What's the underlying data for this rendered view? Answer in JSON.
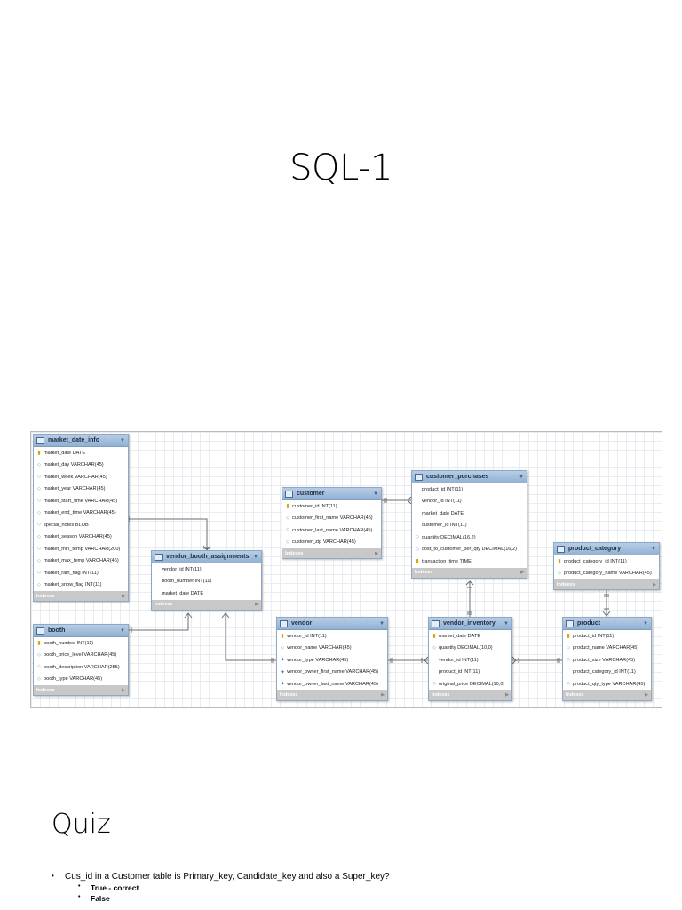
{
  "title": "SQL-1",
  "diagram": {
    "indexes_label": "Indexes",
    "tables": {
      "market_date_info": {
        "name": "market_date_info",
        "columns": [
          {
            "icon": "key",
            "text": "market_date DATE"
          },
          {
            "icon": "diamond",
            "text": "market_day VARCHAR(45)"
          },
          {
            "icon": "diamond",
            "text": "market_week VARCHAR(45)"
          },
          {
            "icon": "diamond",
            "text": "market_year VARCHAR(45)"
          },
          {
            "icon": "diamond",
            "text": "market_start_time VARCHAR(45)"
          },
          {
            "icon": "diamond",
            "text": "market_end_time VARCHAR(45)"
          },
          {
            "icon": "diamond",
            "text": "special_notes BLOB"
          },
          {
            "icon": "diamond",
            "text": "market_season VARCHAR(45)"
          },
          {
            "icon": "diamond",
            "text": "market_min_temp VARCHAR(200)"
          },
          {
            "icon": "diamond",
            "text": "market_max_temp VARCHAR(45)"
          },
          {
            "icon": "diamond",
            "text": "market_rain_flag INT(11)"
          },
          {
            "icon": "diamond",
            "text": "market_snow_flag INT(11)"
          }
        ]
      },
      "booth": {
        "name": "booth",
        "columns": [
          {
            "icon": "key",
            "text": "booth_number INT(11)"
          },
          {
            "icon": "diamond",
            "text": "booth_price_level VARCHAR(45)"
          },
          {
            "icon": "diamond",
            "text": "booth_description VARCHAR(255)"
          },
          {
            "icon": "diamond",
            "text": "booth_type VARCHAR(45)"
          }
        ]
      },
      "vendor_booth_assignments": {
        "name": "vendor_booth_assignments",
        "columns": [
          {
            "icon": "",
            "text": "vendor_id INT(11)"
          },
          {
            "icon": "",
            "text": "booth_number INT(11)"
          },
          {
            "icon": "",
            "text": "market_date DATE"
          }
        ]
      },
      "customer": {
        "name": "customer",
        "columns": [
          {
            "icon": "key",
            "text": "customer_id INT(11)"
          },
          {
            "icon": "diamond",
            "text": "customer_first_name VARCHAR(45)"
          },
          {
            "icon": "diamond",
            "text": "customer_last_name VARCHAR(45)"
          },
          {
            "icon": "diamond",
            "text": "customer_zip VARCHAR(45)"
          }
        ]
      },
      "customer_purchases": {
        "name": "customer_purchases",
        "columns": [
          {
            "icon": "",
            "text": "product_id INT(11)"
          },
          {
            "icon": "",
            "text": "vendor_id INT(11)"
          },
          {
            "icon": "",
            "text": "market_date DATE"
          },
          {
            "icon": "",
            "text": "customer_id INT(11)"
          },
          {
            "icon": "diamond",
            "text": "quantity DECIMAL(16,2)"
          },
          {
            "icon": "diamond",
            "text": "cost_to_customer_per_qty DECIMAL(16,2)"
          },
          {
            "icon": "key",
            "text": "transaction_time TIME"
          }
        ]
      },
      "product_category": {
        "name": "product_category",
        "columns": [
          {
            "icon": "key",
            "text": "product_category_id INT(11)"
          },
          {
            "icon": "diamond",
            "text": "product_category_name VARCHAR(45)"
          }
        ]
      },
      "vendor": {
        "name": "vendor",
        "columns": [
          {
            "icon": "key",
            "text": "vendor_id INT(11)"
          },
          {
            "icon": "diamond",
            "text": "vendor_name VARCHAR(45)"
          },
          {
            "icon": "fk",
            "text": "vendor_type VARCHAR(45)"
          },
          {
            "icon": "fk",
            "text": "vendor_owner_first_name VARCHAR(45)"
          },
          {
            "icon": "fk",
            "text": "vendor_owner_last_name VARCHAR(45)"
          }
        ]
      },
      "vendor_inventory": {
        "name": "vendor_inventory",
        "columns": [
          {
            "icon": "key",
            "text": "market_date DATE"
          },
          {
            "icon": "diamond",
            "text": "quantity DECIMAL(10,0)"
          },
          {
            "icon": "",
            "text": "vendor_id INT(11)"
          },
          {
            "icon": "",
            "text": "product_id INT(11)"
          },
          {
            "icon": "diamond",
            "text": "original_price DECIMAL(10,0)"
          }
        ]
      },
      "product": {
        "name": "product",
        "columns": [
          {
            "icon": "key",
            "text": "product_id INT(11)"
          },
          {
            "icon": "diamond",
            "text": "product_name VARCHAR(45)"
          },
          {
            "icon": "diamond",
            "text": "product_size VARCHAR(45)"
          },
          {
            "icon": "",
            "text": "product_category_id INT(11)"
          },
          {
            "icon": "diamond",
            "text": "product_qty_type VARCHAR(45)"
          }
        ]
      }
    }
  },
  "quiz": {
    "title": "Quiz",
    "question": "Cus_id in a Customer table is Primary_key, Candidate_key and also a Super_key?",
    "options": [
      "True - correct",
      "False"
    ]
  }
}
